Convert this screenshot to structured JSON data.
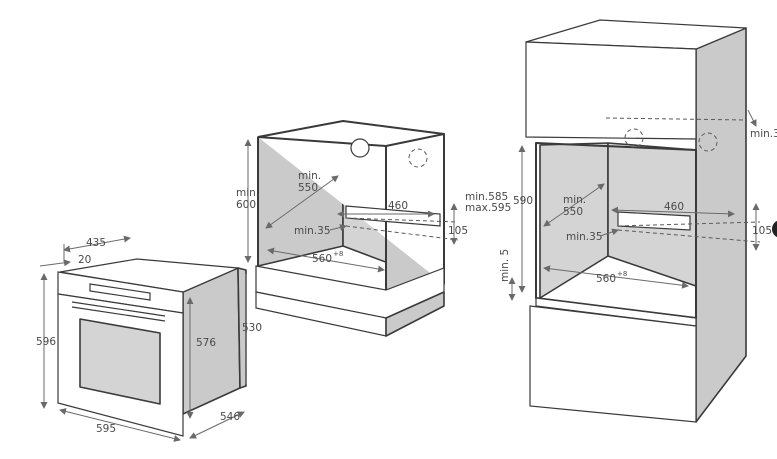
{
  "oven": {
    "depth_top": "435",
    "panel": "20",
    "height": "596",
    "inner_height": "576",
    "side_depth": "530",
    "width": "595",
    "depth": "546"
  },
  "under_counter": {
    "min_height_label": "min.",
    "min_height_value": "600",
    "depth_label": "min.",
    "depth_value": "550",
    "rear_gap": "min.35",
    "vent_width": "460",
    "vent_height": "105",
    "width": "560",
    "width_tol": "+8"
  },
  "column": {
    "top_gap": "min.3",
    "height_min": "min.585",
    "height_max": "max.595",
    "height_nominal": "590",
    "depth_label": "min.",
    "depth_value": "550",
    "vent_width": "460",
    "rear_gap": "min.35",
    "vent_height": "105",
    "width": "560",
    "width_tol": "+8",
    "bottom_gap": "min. 5"
  }
}
